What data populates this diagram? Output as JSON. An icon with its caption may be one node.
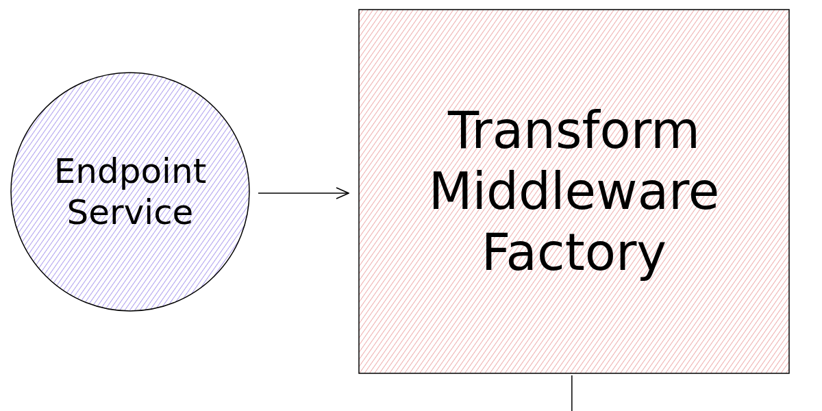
{
  "diagram": {
    "nodes": [
      {
        "text": [
          "Endpoint Service"
        ]
      },
      {
        "text": [
          "Transform Middleware Factory"
        ]
      }
    ],
    "edges": [
      {
        "from": 0,
        "to": 1,
        "arrow": "to"
      },
      {
        "from": 1,
        "to": null,
        "arrow": "none"
      }
    ]
  }
}
